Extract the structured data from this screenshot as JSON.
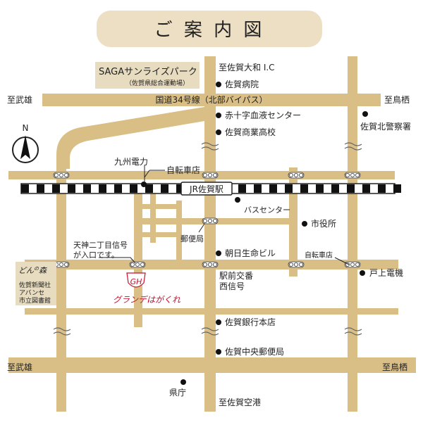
{
  "title": "ご 案 内 図",
  "compass": {
    "label": "N"
  },
  "landmarks": {
    "park_name": "SAGAサンライズパーク",
    "park_sub": "（佐賀県総合運動場）",
    "donnomori": "どん",
    "donnomori_sup": "の",
    "donnomori_tail": "森",
    "newspaper": "佐賀新聞社",
    "avance": "アバンセ",
    "library": "市立図書館"
  },
  "roads": {
    "national34": "国道34号線（北部バイパス）",
    "to_yamato_ic": "至佐賀大和 I.C",
    "to_takeo_top": "至武雄",
    "to_tosu_top": "至鳥栖",
    "to_takeo_bottom": "至武雄",
    "to_tosu_bottom": "至鳥栖",
    "to_airport": "至佐賀空港"
  },
  "railway": {
    "station": "JR佐賀駅"
  },
  "pois": {
    "hospital": "佐賀病院",
    "blood_center": "赤十字血液センター",
    "commercial_hs": "佐賀商業高校",
    "north_police": "佐賀北警察署",
    "kyushu_power": "九州電力",
    "bicycle_north": "自転車店",
    "bus_center": "バスセンター",
    "city_hall": "市役所",
    "post_office": "郵便局",
    "asahi_life": "朝日生命ビル",
    "bicycle_east": "自転車店",
    "togami": "戸上電機",
    "koban_1": "駅前交番",
    "koban_2": "西信号",
    "saga_bank": "佐賀銀行本店",
    "central_post": "佐賀中央郵便局",
    "pref_office": "県庁"
  },
  "directions": {
    "line1": "天神二丁目信号",
    "line2": "が入口です。"
  },
  "destination": {
    "name": "グランデはがくれ",
    "logo": "GH"
  },
  "colors": {
    "road": "#d9be85",
    "park_box": "#e8dcc0",
    "title_box": "#ecdfc3",
    "destination": "#c8102e"
  }
}
